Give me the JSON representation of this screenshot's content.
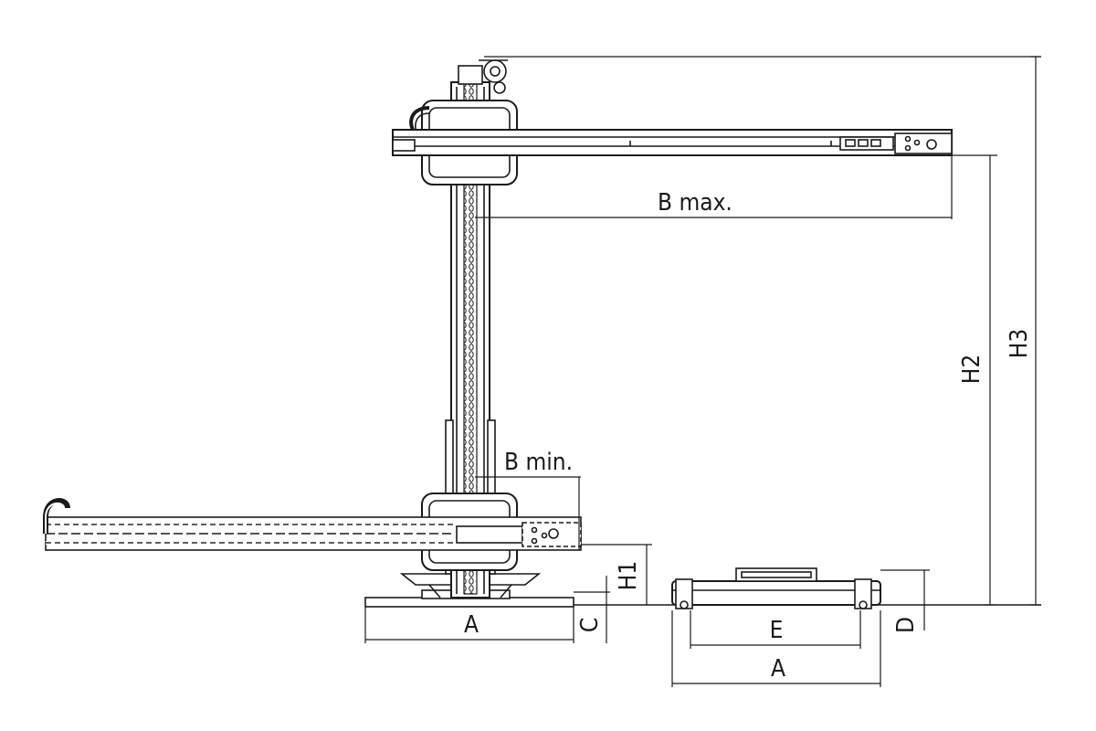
{
  "labels": {
    "b_max": "B max.",
    "b_min": "B min.",
    "h1": "H1",
    "h2": "H2",
    "h3": "H3",
    "a_left": "A",
    "a_right": "A",
    "c": "C",
    "d": "D",
    "e": "E"
  },
  "colors": {
    "line": "#1a1a1a",
    "background": "#ffffff"
  }
}
